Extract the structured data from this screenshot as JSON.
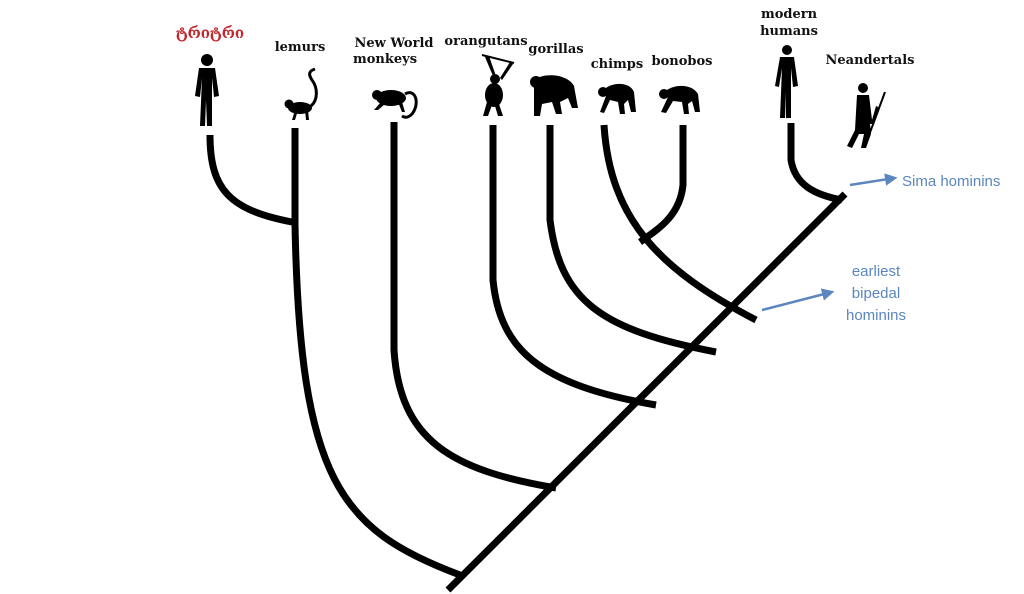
{
  "taxa": [
    {
      "key": "unknown",
      "label": "ტრიტრი",
      "color": "#c0282e",
      "icon": "human-figure"
    },
    {
      "key": "lemurs",
      "label": "lemurs",
      "icon": "lemur"
    },
    {
      "key": "nw_monkeys",
      "line1": "New World",
      "line2": "monkeys",
      "icon": "monkey"
    },
    {
      "key": "orangutans",
      "label": "orangutans",
      "icon": "orangutan"
    },
    {
      "key": "gorillas",
      "label": "gorillas",
      "icon": "gorilla"
    },
    {
      "key": "chimps",
      "label": "chimps",
      "icon": "chimp"
    },
    {
      "key": "bonobos",
      "label": "bonobos",
      "icon": "bonobo"
    },
    {
      "key": "modern_humans",
      "line1": "modern",
      "line2": "humans",
      "icon": "human-figure"
    },
    {
      "key": "neandertals",
      "label": "Neandertals",
      "icon": "neandertal-with-spear"
    }
  ],
  "annotations": {
    "sima": {
      "text": "Sima hominins",
      "color": "#5b86bf"
    },
    "bipedal": {
      "line1": "earliest",
      "line2": "bipedal",
      "line3": "hominins",
      "color": "#5b86bf"
    }
  },
  "colors": {
    "branch": "#000000",
    "annotation": "#5b86bf",
    "highlight_label": "#c0282e"
  }
}
